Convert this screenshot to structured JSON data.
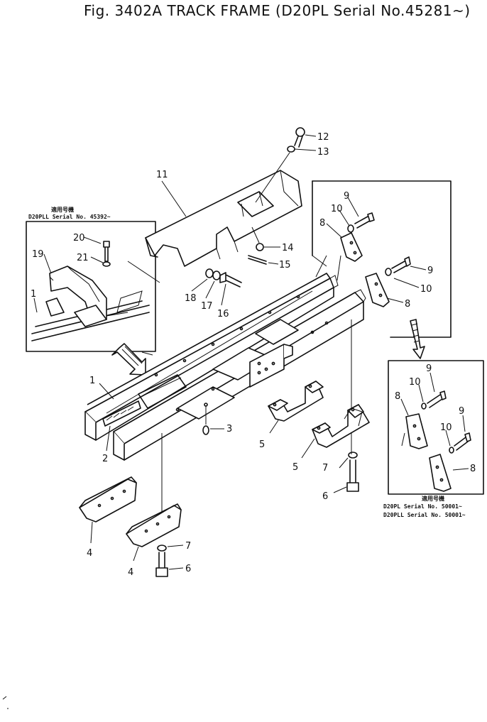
{
  "title": "Fig. 3402A  TRACK FRAME (D20PL Serial No.45281~)",
  "inset_left": {
    "jp_label": "適用号機",
    "serial": "D20PLL  Serial  No. 45392~"
  },
  "inset_right": {
    "jp_label": "適用号機",
    "serial_1": "D20PL   Serial  No. 50001~",
    "serial_2": "D20PLL  Serial  No. 50001~"
  },
  "callouts": {
    "c1a": "1",
    "c1b": "1",
    "c2": "2",
    "c3": "3",
    "c4a": "4",
    "c4b": "4",
    "c5a": "5",
    "c5b": "5",
    "c6a": "6",
    "c6b": "6",
    "c7a": "7",
    "c7b": "7",
    "c8a": "8",
    "c8b": "8",
    "c8c": "8",
    "c8d": "8",
    "c9a": "9",
    "c9b": "9",
    "c9c": "9",
    "c9d": "9",
    "c10a": "10",
    "c10b": "10",
    "c10c": "10",
    "c10d": "10",
    "c11": "11",
    "c12": "12",
    "c13": "13",
    "c14": "14",
    "c15": "15",
    "c16": "16",
    "c17": "17",
    "c18": "18",
    "c19": "19",
    "c20": "20",
    "c21": "21"
  }
}
